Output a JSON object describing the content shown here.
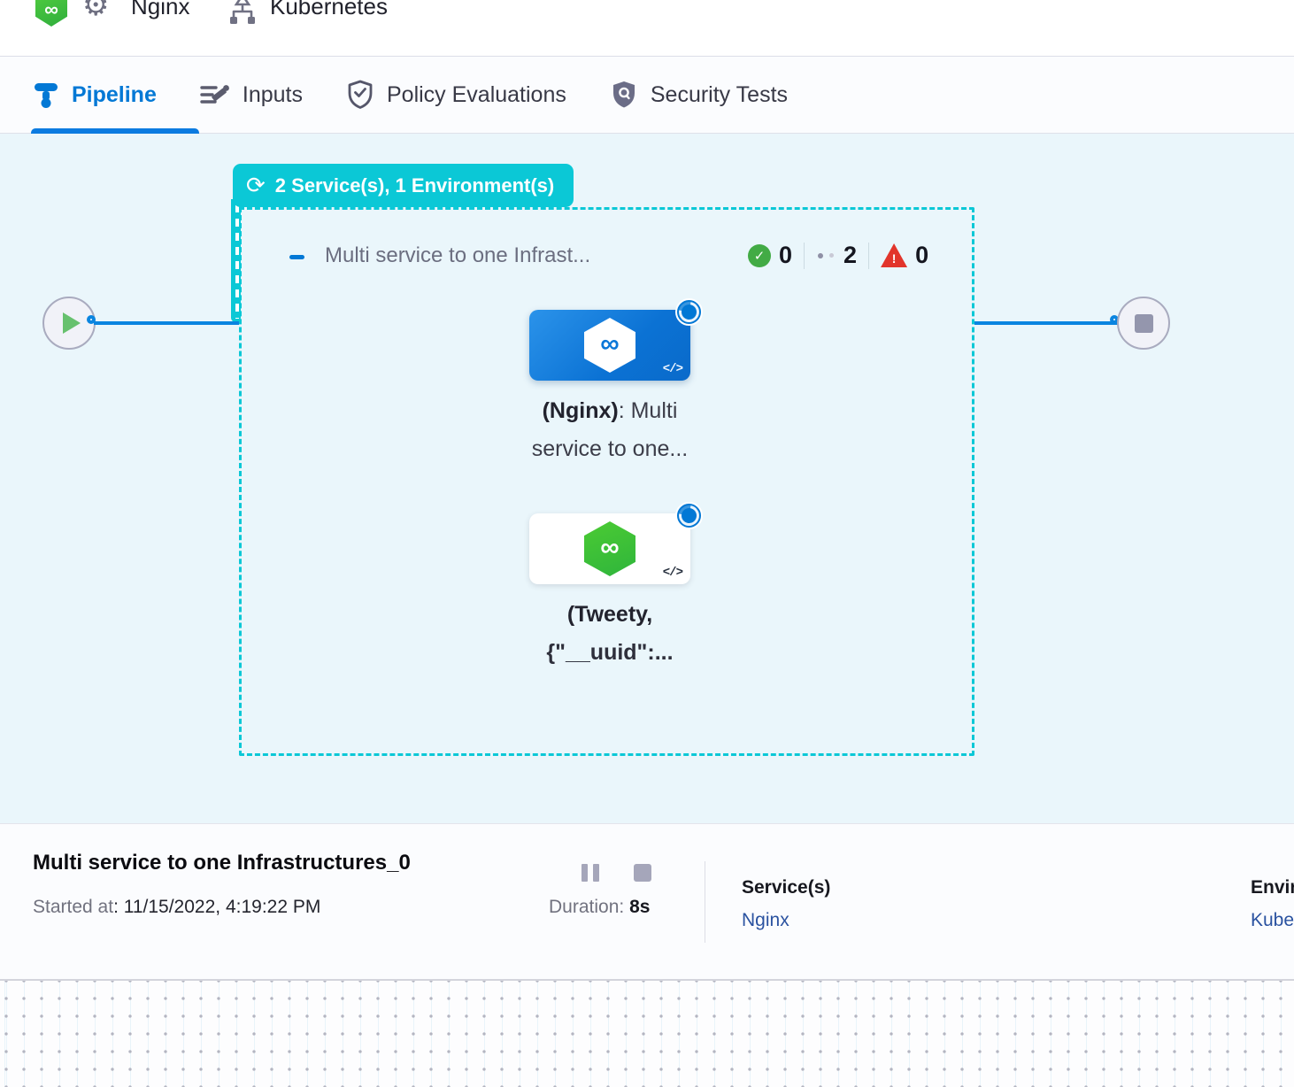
{
  "header": {
    "pipeline_title": "Nginx",
    "environment_title": "Kubernetes"
  },
  "tabs": [
    {
      "label": "Pipeline",
      "active": true
    },
    {
      "label": "Inputs",
      "active": false
    },
    {
      "label": "Policy Evaluations",
      "active": false
    },
    {
      "label": "Security Tests",
      "active": false
    }
  ],
  "pipeline_canvas": {
    "group_badge_label": "2 Service(s), 1 Environment(s)",
    "stage": {
      "name": "Multi service to one Infrast...",
      "status_counts": {
        "success": "0",
        "pending": "2",
        "failed": "0"
      },
      "nodes": [
        {
          "label_bold": "(Nginx)",
          "label_rest": ": Multi",
          "label_line2": "service to one..."
        },
        {
          "label_bold": "(Tweety,",
          "label_rest": "",
          "label_line2": "{\"__uuid\":..."
        }
      ]
    }
  },
  "footer": {
    "run_title": "Multi service to one Infrastructures_0",
    "started_label": "Started at",
    "started_value": ": 11/15/2022, 4:19:22 PM",
    "duration_label": "Duration:",
    "duration_value": "8s",
    "services_label": "Service(s)",
    "services_link": "Nginx",
    "environments_label": "Environment(s)",
    "environments_link": "Kubernetes"
  },
  "icons": {
    "loop": "⟳",
    "gear": "⚙",
    "check": "✓",
    "warning": "!",
    "code": "</>",
    "infinity": "∞"
  },
  "colors": {
    "teal": "#0bc8d6",
    "primary_blue": "#0278d5",
    "line_blue": "#0a85e0",
    "canvas_bg": "#eaf6fb",
    "success_green": "#42ab45",
    "error_red": "#e2352b",
    "node_green": "#3fc13f",
    "link_navy": "#2a52a0"
  }
}
